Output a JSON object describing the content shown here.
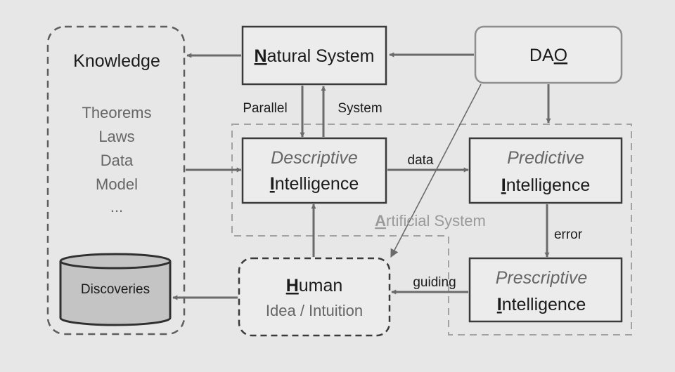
{
  "knowledge": {
    "title": "Knowledge",
    "items": [
      "Theorems",
      "Laws",
      "Data",
      "Model",
      "..."
    ],
    "store": "Discoveries"
  },
  "natural": {
    "initial": "N",
    "rest": "atural System"
  },
  "dao": {
    "prefix": "DA",
    "underlined": "O"
  },
  "descriptive": {
    "line1": "Descriptive",
    "line2_initial": "I",
    "line2_rest": "ntelligence"
  },
  "predictive": {
    "line1": "Predictive",
    "line2_initial": "I",
    "line2_rest": "ntelligence"
  },
  "prescriptive": {
    "line1": "Prescriptive",
    "line2_initial": "I",
    "line2_rest": "ntelligence"
  },
  "human": {
    "initial": "H",
    "rest": "uman",
    "subtitle": "Idea / Intuition"
  },
  "artificial": {
    "initial": "A",
    "rest": "rtificial System"
  },
  "edge_labels": {
    "parallel": "Parallel",
    "system": "System",
    "data": "data",
    "error": "error",
    "guiding": "guiding"
  },
  "colors": {
    "background": "#e7e7e7",
    "box_border": "#3a3a3a",
    "box_fill": "#ececec",
    "arrow": "#6b6b6b",
    "dashed_border": "#8a8a8a",
    "store_fill": "#c4c4c4",
    "grey_text": "#666666"
  }
}
